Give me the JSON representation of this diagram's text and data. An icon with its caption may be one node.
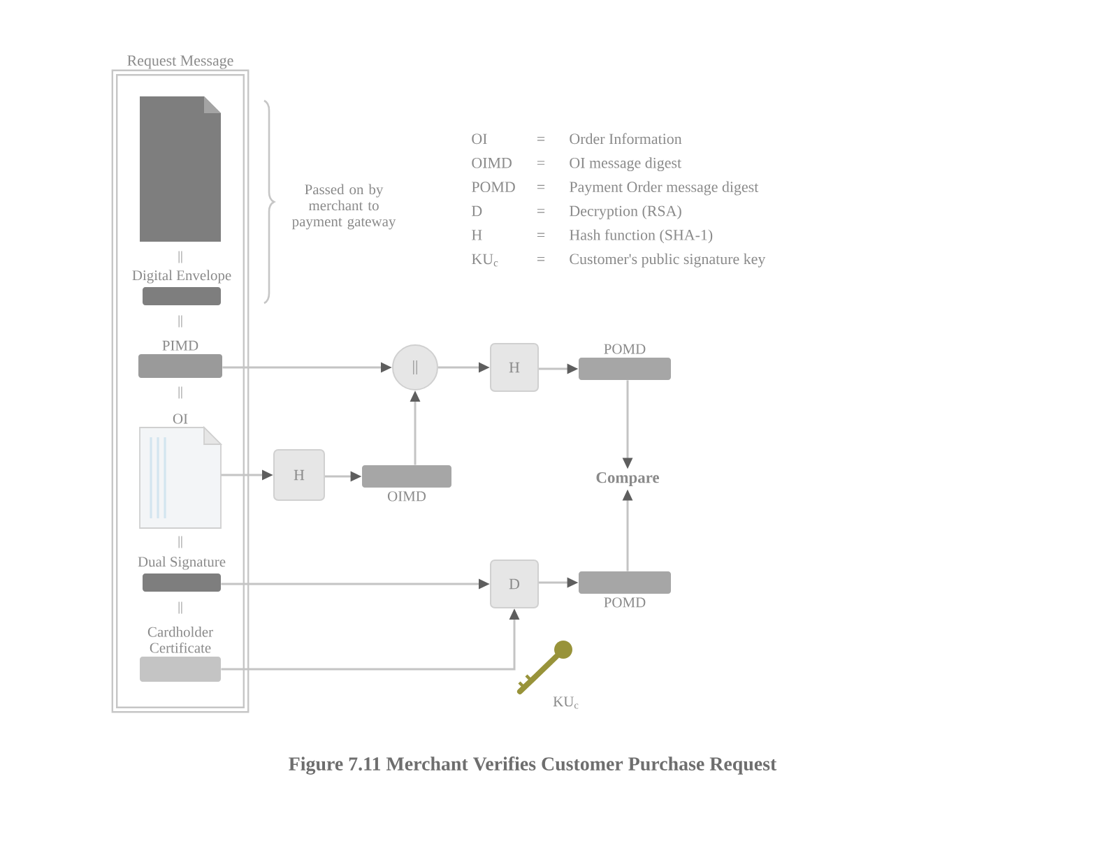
{
  "diagram": {
    "caption": "Figure 7.11 Merchant Verifies Customer Purchase Request",
    "nodes": [
      {
        "text": [
          "Request Message"
        ]
      },
      {
        "text": [],
        "shape": "document",
        "in": 0
      },
      {
        "text": [
          "Digital Envelope"
        ],
        "in": 0
      },
      {
        "text": [
          "PIMD"
        ],
        "in": 0
      },
      {
        "text": [
          "||"
        ]
      },
      {
        "text": [
          "H"
        ]
      },
      {
        "text": [
          "POMD"
        ]
      },
      {
        "text": [
          "OI"
        ],
        "in": 0
      },
      {
        "text": [
          "H"
        ]
      },
      {
        "text": [
          "OIMD"
        ]
      },
      {
        "text": [
          "Compare"
        ]
      },
      {
        "text": [
          "Dual Signature"
        ],
        "in": 0
      },
      {
        "text": [
          "D"
        ]
      },
      {
        "text": [
          "POMD"
        ]
      },
      {
        "text": [
          "Cardholder Certificate"
        ],
        "in": 0
      }
    ],
    "edges": [
      {
        "from": 3,
        "to": 4,
        "arrow": "to"
      },
      {
        "from": 4,
        "to": 5,
        "arrow": "to"
      },
      {
        "from": 5,
        "to": 6,
        "arrow": "to"
      },
      {
        "from": 7,
        "to": 8,
        "arrow": "to"
      },
      {
        "from": 8,
        "to": 9,
        "arrow": "to"
      },
      {
        "from": 9,
        "to": 4,
        "arrow": "to"
      },
      {
        "from": 6,
        "to": 10,
        "arrow": "to"
      },
      {
        "from": 13,
        "to": 10,
        "arrow": "to"
      },
      {
        "from": 11,
        "to": 12,
        "arrow": "to"
      },
      {
        "from": 12,
        "to": 13,
        "arrow": "to"
      },
      {
        "from": 14,
        "to": 12,
        "arrow": "to"
      }
    ],
    "labels": [
      "OI",
      "=",
      "Order Information",
      "OIMD",
      "=",
      "OI message digest",
      "POMD",
      "=",
      "Payment Order message digest",
      "D",
      "=",
      "Decryption (RSA)",
      "H",
      "=",
      "Hash function (SHA-1)",
      "KU$_{c}$",
      "=",
      "Customer's public signature key",
      "Passed on by merchant to payment gateway",
      "||",
      "||",
      "||",
      "||",
      "||",
      "KU$_{c}$"
    ]
  }
}
